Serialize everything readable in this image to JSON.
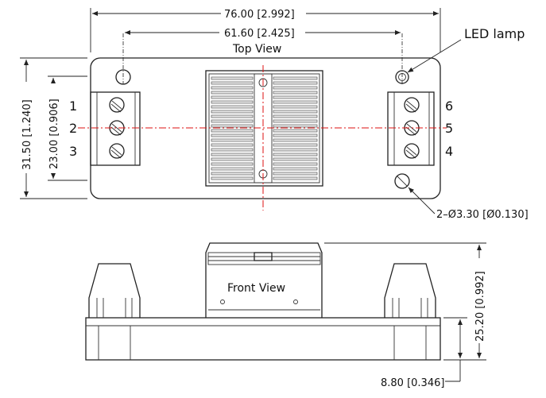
{
  "dimensions": {
    "overall_length": "76.00 [2.992]",
    "hole_spacing": "61.60 [2.425]",
    "overall_width": "31.50 [1.240]",
    "terminal_block_width": "23.00 [0.906]",
    "mounting_hole": "2–Ø3.30 [Ø0.130]",
    "overall_height": "25.20 [0.992]",
    "base_height": "8.80 [0.346]"
  },
  "views": {
    "top": "Top View",
    "front": "Front View"
  },
  "led_label": "LED lamp",
  "pins": {
    "left": [
      "1",
      "2",
      "3"
    ],
    "right": [
      "6",
      "5",
      "4"
    ]
  },
  "colors": {
    "centerline": "#d11111",
    "outline": "#222222"
  }
}
